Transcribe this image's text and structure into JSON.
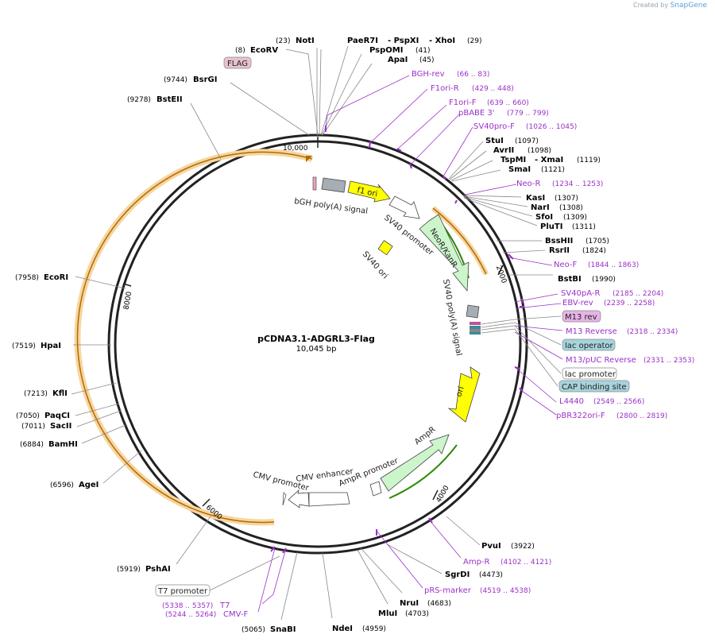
{
  "credit": {
    "prefix": "Created by",
    "brand": "SnapGene"
  },
  "plasmid": {
    "name": "pCDNA3.1-ADGRL3-Flag",
    "size_label": "10,045 bp"
  },
  "ruler_ticks": [
    "10,000",
    "2000",
    "4000",
    "6000",
    "8000"
  ],
  "enzymes": [
    {
      "name": "NotI",
      "pos": "(23)"
    },
    {
      "name": "PaeR7I",
      "pos": ""
    },
    {
      "name": "- PspXI",
      "pos": ""
    },
    {
      "name": "- XhoI",
      "pos": "(29)"
    },
    {
      "name": "EcoRV",
      "pos": "(8)"
    },
    {
      "name": "PspOMI",
      "pos": "(41)"
    },
    {
      "name": "ApaI",
      "pos": "(45)"
    },
    {
      "name": "BsrGI",
      "pos": "(9744)"
    },
    {
      "name": "BstEII",
      "pos": "(9278)"
    },
    {
      "name": "StuI",
      "pos": "(1097)"
    },
    {
      "name": "AvrII",
      "pos": "(1098)"
    },
    {
      "name": "TspMI",
      "pos": ""
    },
    {
      "name": "- XmaI",
      "pos": "(1119)"
    },
    {
      "name": "SmaI",
      "pos": "(1121)"
    },
    {
      "name": "KasI",
      "pos": "(1307)"
    },
    {
      "name": "NarI",
      "pos": "(1308)"
    },
    {
      "name": "SfoI",
      "pos": "(1309)"
    },
    {
      "name": "PluTI",
      "pos": "(1311)"
    },
    {
      "name": "BssHII",
      "pos": "(1705)"
    },
    {
      "name": "RsrII",
      "pos": "(1824)"
    },
    {
      "name": "BstBI",
      "pos": "(1990)"
    },
    {
      "name": "EcoRI",
      "pos": "(7958)"
    },
    {
      "name": "HpaI",
      "pos": "(7519)"
    },
    {
      "name": "KflI",
      "pos": "(7213)"
    },
    {
      "name": "PaqCI",
      "pos": "(7050)"
    },
    {
      "name": "SacII",
      "pos": "(7011)"
    },
    {
      "name": "BamHI",
      "pos": "(6884)"
    },
    {
      "name": "AgeI",
      "pos": "(6596)"
    },
    {
      "name": "PshAI",
      "pos": "(5919)"
    },
    {
      "name": "SnaBI",
      "pos": "(5065)"
    },
    {
      "name": "NdeI",
      "pos": "(4959)"
    },
    {
      "name": "MluI",
      "pos": "(4703)"
    },
    {
      "name": "NruI",
      "pos": "(4683)"
    },
    {
      "name": "SgrDI",
      "pos": "(4473)"
    },
    {
      "name": "PvuI",
      "pos": "(3922)"
    }
  ],
  "primers": [
    {
      "name": "BGH-rev",
      "pos": "(66 .. 83)"
    },
    {
      "name": "F1ori-R",
      "pos": "(429 .. 448)"
    },
    {
      "name": "F1ori-F",
      "pos": "(639 .. 660)"
    },
    {
      "name": "pBABE 3'",
      "pos": "(779 .. 799)"
    },
    {
      "name": "SV40pro-F",
      "pos": "(1026 .. 1045)"
    },
    {
      "name": "Neo-R",
      "pos": "(1234 .. 1253)"
    },
    {
      "name": "Neo-F",
      "pos": "(1844 .. 1863)"
    },
    {
      "name": "SV40pA-R",
      "pos": "(2185 .. 2204)"
    },
    {
      "name": "EBV-rev",
      "pos": "(2239 .. 2258)"
    },
    {
      "name": "M13 Reverse",
      "pos": "(2318 .. 2334)"
    },
    {
      "name": "M13/pUC Reverse",
      "pos": "(2331 .. 2353)"
    },
    {
      "name": "L4440",
      "pos": "(2549 .. 2566)"
    },
    {
      "name": "pBR322ori-F",
      "pos": "(2800 .. 2819)"
    },
    {
      "name": "Amp-R",
      "pos": "(4102 .. 4121)"
    },
    {
      "name": "pRS-marker",
      "pos": "(4519 .. 4538)"
    },
    {
      "name": "T7",
      "pos": "(5338 .. 5357)"
    },
    {
      "name": "CMV-F",
      "pos": "(5244 .. 5264)"
    }
  ],
  "boxed_labels": [
    {
      "name": "FLAG",
      "color": "#e8c1cf"
    },
    {
      "name": "M13 rev",
      "color": "#e7b3e7"
    },
    {
      "name": "lac operator",
      "color": "#a7d4dc"
    },
    {
      "name": "lac promoter",
      "color": "#ffffff"
    },
    {
      "name": "CAP binding site",
      "color": "#a7d4dc"
    },
    {
      "name": "T7 promoter",
      "color": "#ffffff"
    }
  ],
  "features": [
    {
      "name": "bGH poly(A) signal",
      "color": "#a7adb5"
    },
    {
      "name": "f1 ori",
      "color": "#ffff00"
    },
    {
      "name": "SV40 promoter",
      "color": "#ffffff"
    },
    {
      "name": "SV40 ori",
      "color": "#ffff00"
    },
    {
      "name": "NeoR/KanR",
      "color": "#ccf5cc"
    },
    {
      "name": "SV40 poly(A) signal",
      "color": "#a7adb5"
    },
    {
      "name": "ori",
      "color": "#ffff00"
    },
    {
      "name": "AmpR",
      "color": "#ccf5cc"
    },
    {
      "name": "AmpR promoter",
      "color": "#ffffff"
    },
    {
      "name": "CMV enhancer",
      "color": "#ffffff"
    },
    {
      "name": "CMV promoter",
      "color": "#ffffff"
    }
  ],
  "colors": {
    "enzyme": "#000000",
    "primer": "#9b30c8",
    "orf_arc": "#f0b050",
    "orf_inner": "#c07000",
    "green_arc": "#2a8a00"
  }
}
